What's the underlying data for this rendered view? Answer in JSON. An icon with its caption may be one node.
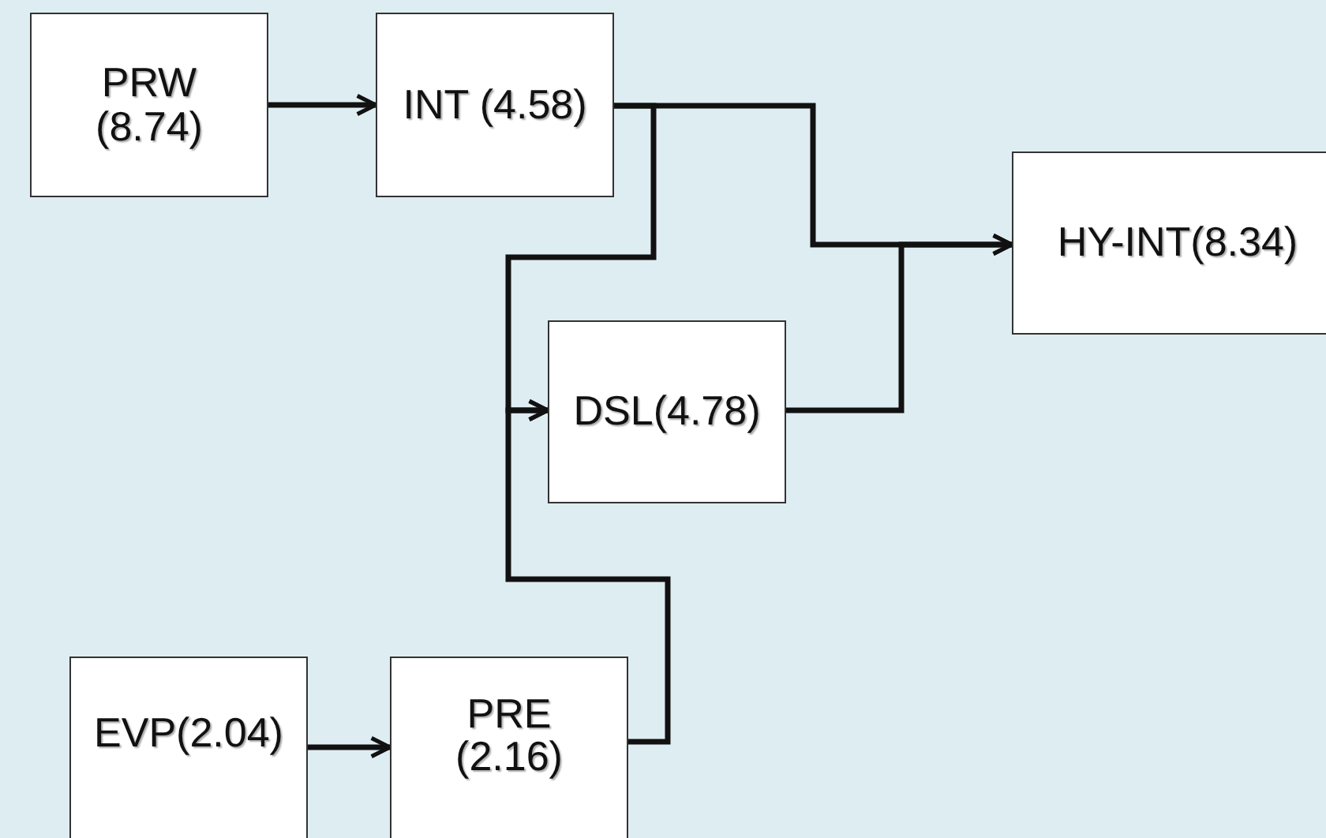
{
  "diagram": {
    "nodes": [
      {
        "text": [
          "PRW (8.74)"
        ]
      },
      {
        "text": [
          "INT (4.58)"
        ]
      },
      {
        "text": [
          "HY-INT(8.34)"
        ]
      },
      {
        "text": [
          "DSL(4.78)"
        ]
      },
      {
        "text": [
          "EVP(2.04)"
        ]
      },
      {
        "text": [
          "PRE (2.16)"
        ]
      }
    ],
    "edges": [
      {
        "from": 0,
        "to": 1,
        "arrow": "to"
      },
      {
        "from": 1,
        "to": 2,
        "arrow": "to"
      },
      {
        "from": 1,
        "to": 3,
        "arrow": "to"
      },
      {
        "from": 3,
        "to": 2,
        "arrow": "to"
      },
      {
        "from": 4,
        "to": 5,
        "arrow": "to"
      },
      {
        "from": 5,
        "to": 3,
        "arrow": "to"
      }
    ]
  }
}
